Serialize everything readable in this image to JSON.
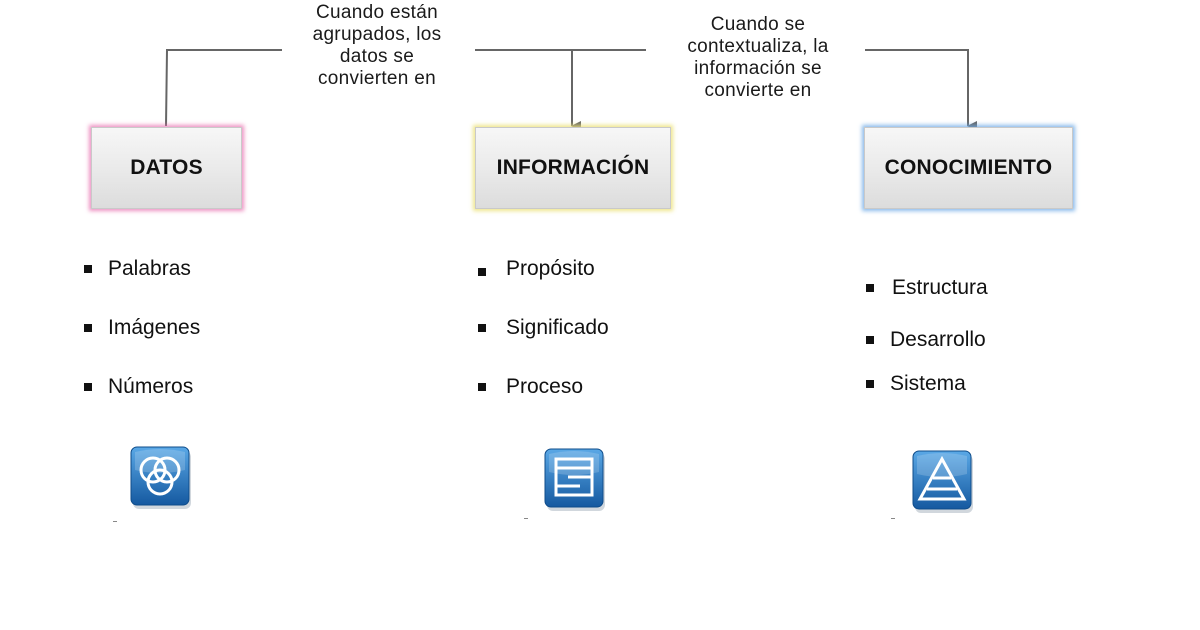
{
  "captions": {
    "datos_to_info": "Cuando están agrupados, los datos se convierten en",
    "info_to_conocimiento": "Cuando se contextualiza, la información se convierte en"
  },
  "columns": [
    {
      "title": "DATOS",
      "items": [
        "Palabras",
        "Imágenes",
        "Números"
      ],
      "icon": "venn-diagram-icon"
    },
    {
      "title": "INFORMACIÓN",
      "items": [
        "Propósito",
        "Significado",
        "Proceso"
      ],
      "icon": "list-structure-icon"
    },
    {
      "title": "CONOCIMIENTO",
      "items": [
        "Estructura",
        "Desarrollo",
        "Sistema"
      ],
      "icon": "pyramid-icon"
    }
  ],
  "colors": {
    "datos_glow": "#e86eaf",
    "informacion_glow": "#ece278",
    "conocimiento_glow": "#6eaae6",
    "icon_blue": "#1f6fb5",
    "connector": "#666666"
  }
}
